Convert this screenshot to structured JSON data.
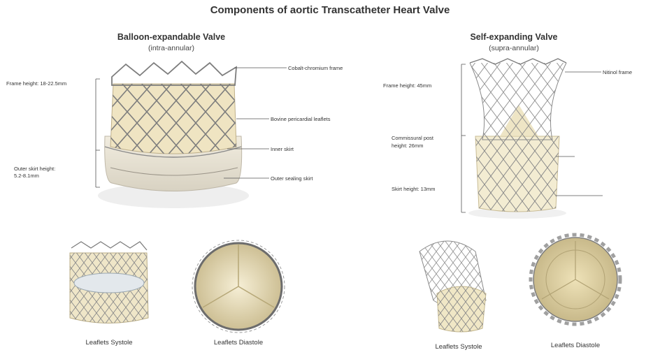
{
  "title": "Components of aortic Transcatheter Heart Valve",
  "balloon": {
    "heading": "Balloon-expandable Valve",
    "subheading": "(intra-annular)",
    "labels": {
      "frame_height": "Frame height: 18-22.5mm",
      "outer_skirt_height_1": "Outer skirt height:",
      "outer_skirt_height_2": "5.2-8.1mm",
      "frame_material": "Cobalt-chromium frame",
      "leaflets": "Bovine pericardial leaflets",
      "inner_skirt": "Inner skirt",
      "outer_skirt": "Outer sealing skirt"
    },
    "captions": {
      "systole": "Leaflets Systole",
      "diastole": "Leaflets Diastole"
    }
  },
  "self": {
    "heading": "Self-expanding Valve",
    "subheading": "(supra-annular)",
    "labels": {
      "frame_height": "Frame height: 45mm",
      "commissural_1": "Commissural post",
      "commissural_2": "height: 26mm",
      "skirt_height": "Skirt height: 13mm",
      "frame_material": "Nitinol frame"
    },
    "captions": {
      "systole": "Leaflets Systole",
      "diastole": "Leaflets Diastole"
    }
  },
  "colors": {
    "metal": "#7d7d7d",
    "tissue": "#efe6c8",
    "tissue_dark": "#d9cca0",
    "leader": "#555555"
  }
}
